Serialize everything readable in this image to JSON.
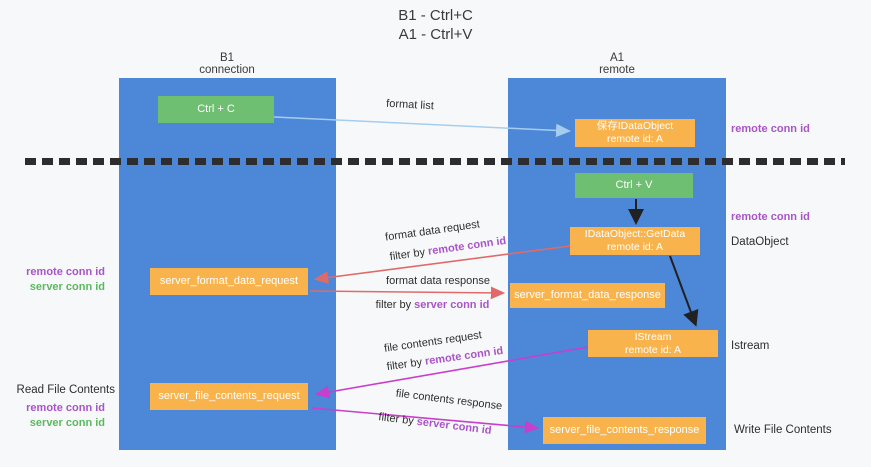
{
  "title": {
    "line1": "B1 - Ctrl+C",
    "line2": "A1 - Ctrl+V"
  },
  "columns": {
    "left": {
      "name": "B1",
      "role": "connection"
    },
    "right": {
      "name": "A1",
      "role": "remote"
    }
  },
  "nodes": {
    "ctrl_c": {
      "label": "Ctrl + C"
    },
    "save_idataobject": {
      "line1": "保存IDataObject",
      "line2": "remote id: A"
    },
    "ctrl_v": {
      "label": "Ctrl + V"
    },
    "getdata": {
      "line1": "IDataObject::GetData",
      "line2": "remote id: A"
    },
    "format_request": {
      "label": "server_format_data_request"
    },
    "format_response": {
      "label": "server_format_data_response"
    },
    "istream": {
      "line1": "IStream",
      "line2": "remote id: A"
    },
    "file_request": {
      "label": "server_file_contents_request"
    },
    "file_response": {
      "label": "server_file_contents_response"
    }
  },
  "arrow_labels": {
    "format_list": "format list",
    "format_data_request": "format data request",
    "format_data_response": "format data response",
    "file_contents_request": "file contents request",
    "file_contents_response": "file contents response",
    "filter_by": "filter by",
    "remote_conn_id": "remote conn id",
    "server_conn_id": "server conn id"
  },
  "side_labels": {
    "right_remote_conn_id_top": "remote conn id",
    "right_remote_conn_id_mid": "remote conn id",
    "right_dataobject": "DataObject",
    "right_istream": "Istream",
    "right_write_file_contents": "Write File Contents",
    "left_remote_conn_id_top": "remote conn id",
    "left_server_conn_id_top": "server conn id",
    "left_read_file_contents": "Read File Contents",
    "left_remote_conn_id_bottom": "remote conn id",
    "left_server_conn_id_bottom": "server conn id"
  },
  "colors": {
    "background": "#f7f8f9",
    "column_blue": "#4d87d7",
    "node_green": "#6fbf72",
    "node_orange": "#f9b34c",
    "arrow_red": "#e06a6a",
    "arrow_magenta": "#c93ecc",
    "arrow_lightblue": "#a5cdf0",
    "arrow_black": "#212121",
    "text_purple": "#a855c8",
    "text_green": "#5cb860"
  }
}
